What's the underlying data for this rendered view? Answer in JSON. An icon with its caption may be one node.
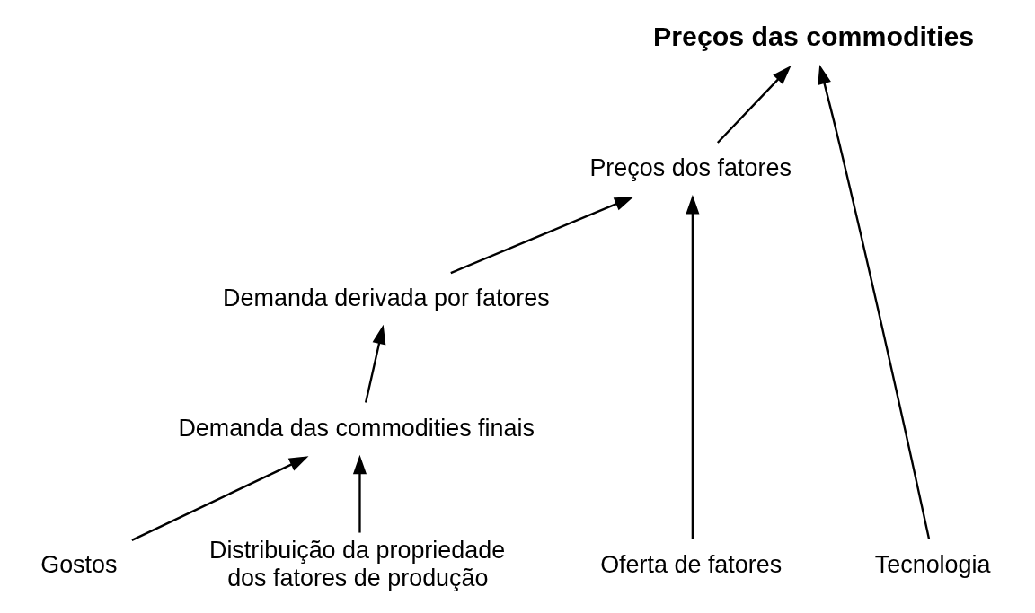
{
  "diagram": {
    "nodes": [
      {
        "text": [
          "Preços das commodities"
        ]
      },
      {
        "text": [
          "Preços dos fatores"
        ]
      },
      {
        "text": [
          "Demanda derivada por fatores"
        ]
      },
      {
        "text": [
          "Demanda das commodities finais"
        ]
      },
      {
        "text": [
          "Tecnologia"
        ]
      },
      {
        "text": [
          "Oferta de fatores"
        ]
      },
      {
        "text": [
          "Gostos"
        ]
      },
      {
        "text": [
          "Distribuição da propriedade dos fatores de produção"
        ]
      }
    ],
    "edges": [
      {
        "from": 4,
        "to": 0,
        "arrow": "to"
      },
      {
        "from": 1,
        "to": 0,
        "arrow": "to"
      },
      {
        "from": 5,
        "to": 1,
        "arrow": "to"
      },
      {
        "from": 2,
        "to": 1,
        "arrow": "to"
      },
      {
        "from": 3,
        "to": 2,
        "arrow": "to"
      },
      {
        "from": 6,
        "to": 3,
        "arrow": "to"
      },
      {
        "from": 7,
        "to": 3,
        "arrow": "to"
      }
    ]
  }
}
